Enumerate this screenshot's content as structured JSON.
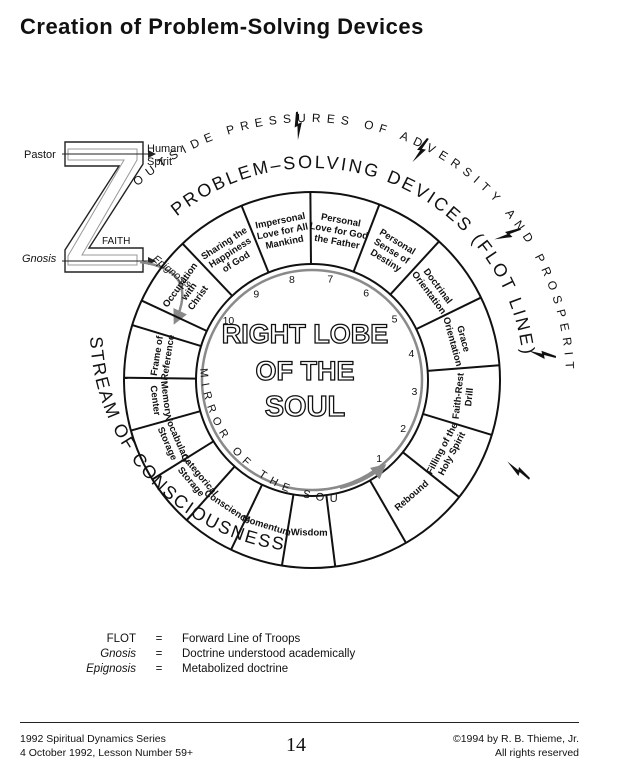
{
  "title": "Creation of Problem-Solving Devices",
  "center": {
    "line1": "RIGHT LOBE",
    "line2": "OF THE",
    "line3": "SOUL"
  },
  "outside_pressures": "OUTSIDE PRESSURES OF ADVERSITY AND PROSPERITY",
  "flot_arc": "PROBLEM–SOLVING DEVICES (FLOT LINE)",
  "stream_arc": "STREAM OF CONSCIOUSNESS",
  "mirror_arc": "MIRROR OF THE SOUL",
  "z_labels": {
    "pastor": "Pastor",
    "human_spirit_1": "Human",
    "human_spirit_2": "Spirit",
    "faith": "FAITH",
    "gnosis": "Gnosis",
    "epignosis": "Epignosis"
  },
  "flot_segments": [
    {
      "number": "1",
      "lines": [
        "Rebound"
      ]
    },
    {
      "number": "2",
      "lines": [
        "Filling of the",
        "Holy Spirit"
      ]
    },
    {
      "number": "3",
      "lines": [
        "Faith-Rest",
        "Drill"
      ]
    },
    {
      "number": "4",
      "lines": [
        "Grace",
        "Orientation"
      ]
    },
    {
      "number": "5",
      "lines": [
        "Doctrinal",
        "Orientation"
      ]
    },
    {
      "number": "6",
      "lines": [
        "Personal",
        "Sense of",
        "Destiny"
      ]
    },
    {
      "number": "7",
      "lines": [
        "Personal",
        "Love for God",
        "the Father"
      ]
    },
    {
      "number": "8",
      "lines": [
        "Impersonal",
        "Love for All",
        "Mankind"
      ]
    },
    {
      "number": "9",
      "lines": [
        "Sharing the",
        "Happiness",
        "of God"
      ]
    },
    {
      "number": "10",
      "lines": [
        "Occupation",
        "with",
        "Christ"
      ]
    }
  ],
  "stream_segments": [
    {
      "lines": [
        "Frame of",
        "Reference"
      ]
    },
    {
      "lines": [
        "Memory",
        "Center"
      ]
    },
    {
      "lines": [
        "Vocabulary",
        "Storage"
      ]
    },
    {
      "lines": [
        "Categorical",
        "Storage"
      ]
    },
    {
      "lines": [
        "Conscience"
      ]
    },
    {
      "lines": [
        "Momentum"
      ]
    },
    {
      "lines": [
        "Wisdom"
      ]
    }
  ],
  "legend": [
    {
      "term": "FLOT",
      "eq": "=",
      "def": "Forward Line of Troops"
    },
    {
      "term": "Gnosis",
      "eq": "=",
      "def": "Doctrine understood academically"
    },
    {
      "term": "Epignosis",
      "eq": "=",
      "def": "Metabolized doctrine"
    }
  ],
  "footer": {
    "left_1": "1992 Spiritual Dynamics Series",
    "left_2": "4 October 1992, Lesson Number 59+",
    "page": "14",
    "right_1": "©1994 by R. B. Thieme, Jr.",
    "right_2": "All rights reserved"
  }
}
